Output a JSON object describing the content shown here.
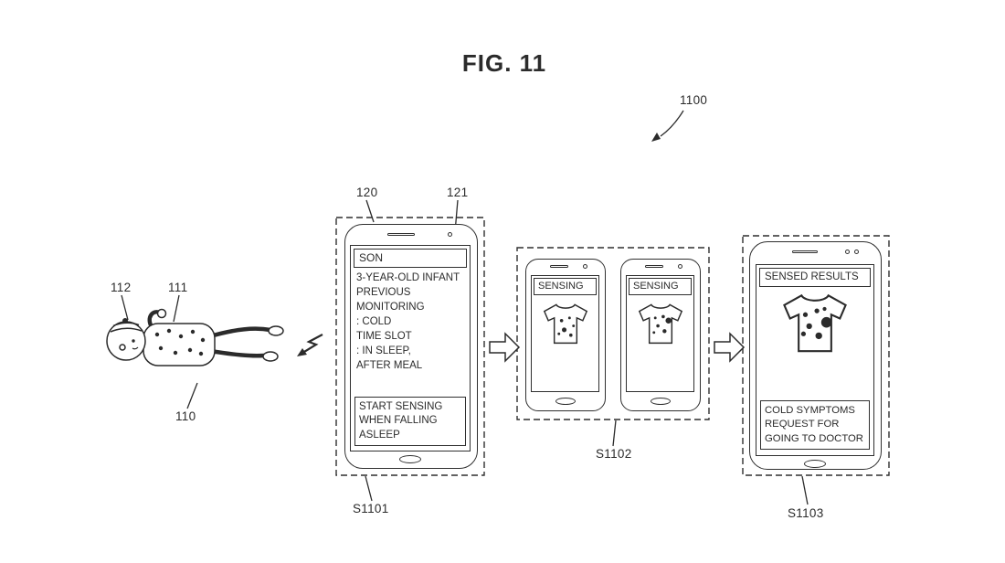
{
  "figure": {
    "title": "FIG. 11",
    "diagram_ref": "1100"
  },
  "infant": {
    "ref_cap": "112",
    "ref_body": "111",
    "ref_infant": "110"
  },
  "son_phone": {
    "ref_device": "120",
    "ref_screen": "121",
    "step_label": "S1101",
    "header": "SON",
    "info_lines": [
      "3-YEAR-OLD INFANT",
      "PREVIOUS",
      "MONITORING",
      ": COLD",
      "TIME SLOT",
      ": IN SLEEP,",
      "AFTER MEAL"
    ],
    "button_lines": [
      "START SENSING",
      "WHEN FALLING",
      "ASLEEP"
    ]
  },
  "sensing_phones": {
    "step_label": "S1102",
    "left_header": "SENSING",
    "right_header": "SENSING"
  },
  "result_phone": {
    "step_label": "S1103",
    "header": "SENSED RESULTS",
    "result_lines": [
      "COLD SYMPTOMS",
      "REQUEST FOR",
      "GOING TO DOCTOR"
    ]
  }
}
